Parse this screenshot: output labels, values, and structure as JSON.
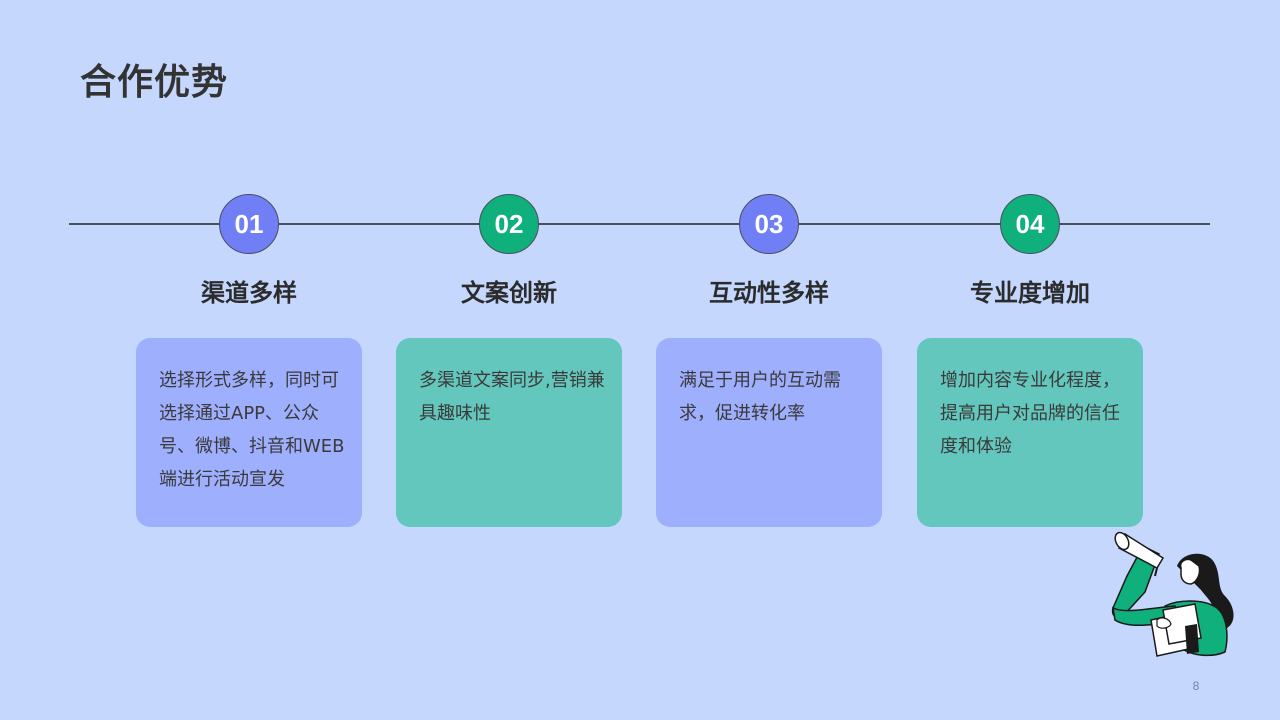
{
  "slide": {
    "title": "合作优势",
    "page_number": "8"
  },
  "steps": [
    {
      "number": "01",
      "title": "渠道多样",
      "description": "选择形式多样，同时可选择通过APP、公众号、微博、抖音和WEB端进行活动宣发",
      "color": "#707ff5",
      "card_color": "#9daffd"
    },
    {
      "number": "02",
      "title": "文案创新",
      "description": "多渠道文案同步,营销兼具趣味性",
      "color": "#0fb07b",
      "card_color": "#64c7be"
    },
    {
      "number": "03",
      "title": "互动性多样",
      "description": "满足于用户的互动需求，促进转化率",
      "color": "#707ff5",
      "card_color": "#9daffd"
    },
    {
      "number": "04",
      "title": "专业度增加",
      "description": "增加内容专业化程度，提高用户对品牌的信任度和体验",
      "color": "#0fb07b",
      "card_color": "#64c7be"
    }
  ],
  "theme": {
    "background": "#c5d7fd",
    "line_color": "#4a4f5c",
    "text_color": "#333333"
  },
  "illustration": {
    "icon": "person-with-megaphone-illustration"
  }
}
